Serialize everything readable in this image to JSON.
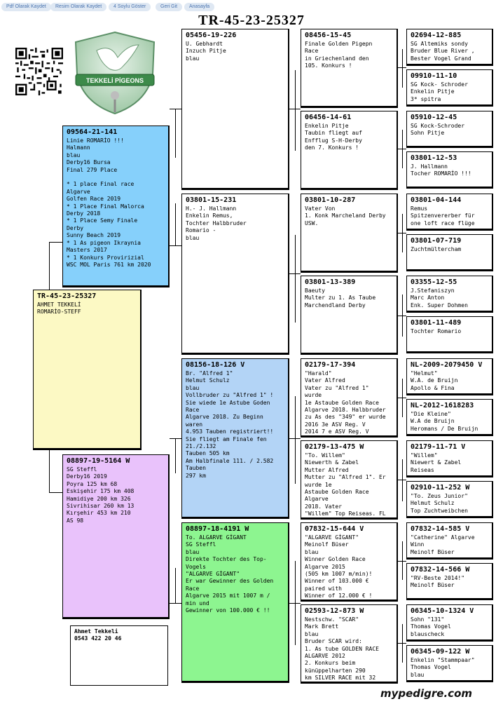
{
  "toolbar": {
    "buttons": [
      "Pdf Olarak Kaydet",
      "Resim Olarak Kaydet",
      "4 Soylu Göster",
      "Geri Git",
      "Anasayfa"
    ]
  },
  "header": {
    "title": "TR-45-23-25327"
  },
  "logo": {
    "text": "TEKKELİ PİGEONS"
  },
  "pigeons": {
    "subject": {
      "ring": "TR-45-23-25327",
      "text": "AHMET TEKKELİ\nROMARİO-STEFF"
    },
    "sire": {
      "ring": "09564-21-141",
      "text": "Linie ROMARİO !!!\nHalmann\nblau\nDerby16 Bursa\nFinal 279 Place\n\n* 1 place Final race\nAlgarve\nGolfen Race 2019\n* 1 Place Final Malorca\nDerby 2018\n* 1 Place Semy Finale\nDerby\nSunny Beach 2019\n* 1 As pigeon Ikraynia\nMasters 2017\n* 1 Konkurs Provirizial\nWSC MOL Paris 761 km 2020"
    },
    "dam": {
      "ring": "08897-19-5164 W",
      "text": "SG Steffl\nDerby16 2019\nPoyra 125 km 68\nEskişehir 175 km 408\nHamidiye 200 km 326\nSivrihisar 260 km 13\nKırşehir 453 km 210\nAS 98"
    },
    "ss": {
      "ring": "05456-19-226",
      "text": "U. Gebhardt\nInzuch Pitje\nblau"
    },
    "sd": {
      "ring": "03801-15-231",
      "text": "H.- J. Hallmann\nEnkelin Remus,\nTochter Halbbruder\nRomario -\nblau"
    },
    "ds": {
      "ring": "08156-18-126 V",
      "text": "Br. \"Alfred 1\"\nHelmut Schulz\nblau\nVollbruder zu \"Alfred 1\" !\nSie wiede 1e Astube Goden\nRace\nAlgarve 2018. Zu Beginn\nwaren\n4.953 Tauben registriert!!\nSie fliegt am Finale fen\n21./2.132\nTauben 505 km\nAm Halbfinale 111. / 2.582\nTauben\n297 km"
    },
    "dd": {
      "ring": "08897-18-4191 W",
      "text": "To. ALGARVE GİGANT\nSG Steffl\nblau\nDirekte Tochter des Top-\nVogels\n\"ALGARVE GİGANT\"\nEr war Gewinner des Golden\nRace\nAlgarve 2015 mit 1007 m /\nmin und\nGewinner von 100.000 € !!"
    },
    "sss": {
      "ring": "08456-15-45",
      "text": "Finale Golden Pigepn\nRace\nin Griechenland den\n105. Konkurs !"
    },
    "ssd": {
      "ring": "06456-14-61",
      "text": "Enkelin Pitje\nTaubin fliegt auf\nEnfflug S-H-Derby\nden 7. Konkurs !"
    },
    "sds": {
      "ring": "03801-10-287",
      "text": "Vater Von\n1. Konk Marcheland Derby\nUSW."
    },
    "sdd": {
      "ring": "03801-13-389",
      "text": "Baeuty\nMulter zu 1. As Taube\nMarchendland Derby"
    },
    "dss": {
      "ring": "02179-17-394",
      "text": "\"Harald\"\nVater Alfred\nVater zu \"Alfred 1\"\nwurde\n1e Astaube Golden Race\nAlgarve 2018. Halbbruder\nzu As des \"349\" er wurde\n2016 3e ASV Reg. V\n2014 7 e ASV Reg. V"
    },
    "dsd": {
      "ring": "02179-13-475 W",
      "text": "\"To. Willem\"\nNiewerth & Zabel\nMutter Alfred\nMutter zu \"Alfred 1\". Er\nwurde 1e\nAstaube Golden Race\nAlgarve\n2018. Vater\n\"Willem\" Top Reiseas. FL"
    },
    "dds": {
      "ring": "07832-15-644 V",
      "text": "\"ALGARVE GİGANT\"\nMeinolf Büser\nblau\nWinner Golden Race\nAlgarve 2015\n(505 km 1007 m/min)!\nWinner of 103.000 €\npaired with\nWinner of 12.000 € !"
    },
    "ddd": {
      "ring": "02593-12-873 W",
      "text": "Nestschw. \"SCAR\"\nMark Brett\nblau\nBruder SCAR wird:\n1. As tube GOLDEN RACE\nALGARVE 2012\n2. Konkurs beim\nkünüppelharten 290\nkm SILVER RACE mit 32"
    },
    "g1": {
      "ring": "02694-12-885",
      "text": "SG Altemiks sondy\nBruder Blue River ,\nBester Vogel Grand"
    },
    "g2": {
      "ring": "09910-11-10",
      "text": "SG Kock- Schroder\nEnkelin Pitje\n3* spitra"
    },
    "g3": {
      "ring": "05910-12-45",
      "text": "SG Kock-Schroder\nSohn Pitje"
    },
    "g4": {
      "ring": "03801-12-53",
      "text": "J. Hallmann\nTocher ROMARİO !!!"
    },
    "g5": {
      "ring": "03801-04-144",
      "text": "Remus\nSpitzenvererber für\none loft race flüge"
    },
    "g6": {
      "ring": "03801-07-719",
      "text": "Zuchtmültercham"
    },
    "g7": {
      "ring": "03355-12-55",
      "text": "J.Stefaniszyn\nMarc Anton\nEnk. Super Dohmen"
    },
    "g8": {
      "ring": "03801-11-489",
      "text": "Tochter Romario"
    },
    "g9": {
      "ring": "NL-2009-2079450 V",
      "text": "\"Helmut\"\nW.A. de Bruijn\nApollo & Fina"
    },
    "g10": {
      "ring": "NL-2012-1618283",
      "text": "\"Die Kleine\"\nW.A de Bruijn\nHeromans / De Bruijn"
    },
    "g11": {
      "ring": "02179-11-71 V",
      "text": "\"Willem\"\nNiewert & Zabel\nReiseas"
    },
    "g12": {
      "ring": "02910-11-252 W",
      "text": "\"To. Zeus Junior\"\nHelmut Schulz\nTop Zuchtweibchen"
    },
    "g13": {
      "ring": "07832-14-585 V",
      "text": "\"Catherine\" Algarve\nWinn\nMeinolf Büser"
    },
    "g14": {
      "ring": "07832-14-566 W",
      "text": "\"RV-Beste 2014!\"\nMeinolf Büser"
    },
    "g15": {
      "ring": "06345-10-1324 V",
      "text": "Sohn \"131\"\nThomas Vogel\nblauscheck"
    },
    "g16": {
      "ring": "06345-09-122 W",
      "text": "Enkelin \"Stammpaar\"\nThomas Vogel\nblau"
    }
  },
  "owner": {
    "name": "Ahmet Tekkeli",
    "phone": "0543 422 20 46"
  },
  "footer": {
    "brand": "mypedigre.com"
  },
  "colors": {
    "subject": "#fcf9c4",
    "sire": "#86d0fb",
    "dam": "#e9c2fb",
    "ds": "#b3d4f6",
    "dd": "#8df590",
    "button_bg": "#dfe8f3",
    "button_text": "#4a74b0"
  }
}
